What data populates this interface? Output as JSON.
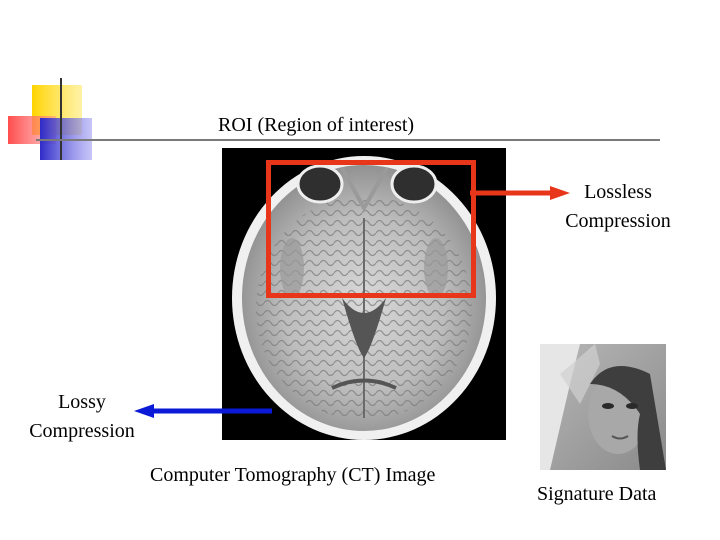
{
  "slide": {
    "roi_label": "ROI (Region of interest)",
    "lossless_label": [
      "Lossless",
      "Compression"
    ],
    "lossy_label": [
      "Lossy",
      "Compression"
    ],
    "ct_caption": "Computer Tomography (CT) Image",
    "signature_caption": "Signature Data"
  },
  "colors": {
    "roi_box": "#e8361b",
    "lossless_arrow": "#e8361b",
    "lossy_arrow": "#0a1ad6",
    "deco_yellow": "#ffd400",
    "deco_red": "#ff5a5a",
    "deco_blue": "#3a37c8"
  },
  "images": {
    "ct_scan": "brain-ct-axial-slice",
    "signature_photo": "grayscale-portrait-photo"
  }
}
